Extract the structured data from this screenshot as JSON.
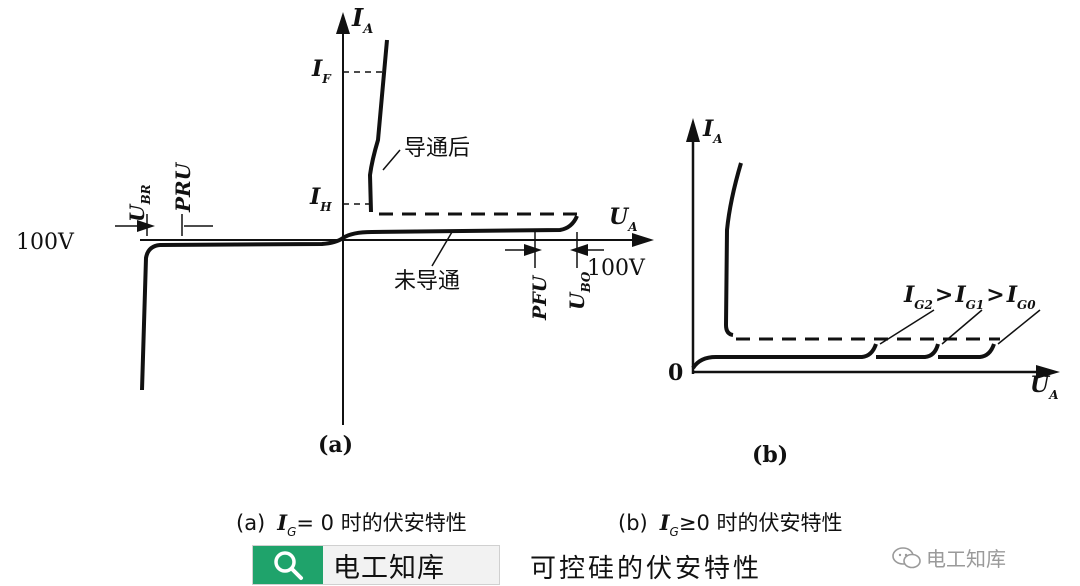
{
  "panel_a": {
    "y_axis": "I",
    "y_axis_sub": "A",
    "x_axis": "U",
    "x_axis_sub": "A",
    "i_f": "I",
    "i_f_sub": "F",
    "i_h": "I",
    "i_h_sub": "H",
    "u_br": "U",
    "u_br_sub": "BR",
    "pru": "PRU",
    "pfu": "PFU",
    "u_bo": "U",
    "u_bo_sub": "BO",
    "neg_voltage": "100V",
    "pos_voltage": "100V",
    "on_label": "导通后",
    "off_label": "未导通",
    "panel_label": "(a)"
  },
  "panel_b": {
    "y_axis": "I",
    "y_axis_sub": "A",
    "x_axis": "U",
    "x_axis_sub": "A",
    "origin": "0",
    "gate_relation": [
      "I",
      "G2",
      ">",
      "I",
      "G1",
      ">",
      "I",
      "G0"
    ],
    "panel_label": "(b)"
  },
  "captions": {
    "a_prefix": "(a)",
    "a_I": "I",
    "a_sub": "G",
    "a_rest": "= 0 时的伏安特性",
    "b_prefix": "(b)",
    "b_I": "I",
    "b_sub": "G",
    "b_rest": "≥0 时的伏安特性"
  },
  "branding": {
    "logo_text": "电工知库",
    "title": "可控硅的伏安特性",
    "watermark": "电工知库",
    "search_icon": "search-icon",
    "wechat_icon": "wechat-icon",
    "logo_color": "#1fa36b"
  }
}
